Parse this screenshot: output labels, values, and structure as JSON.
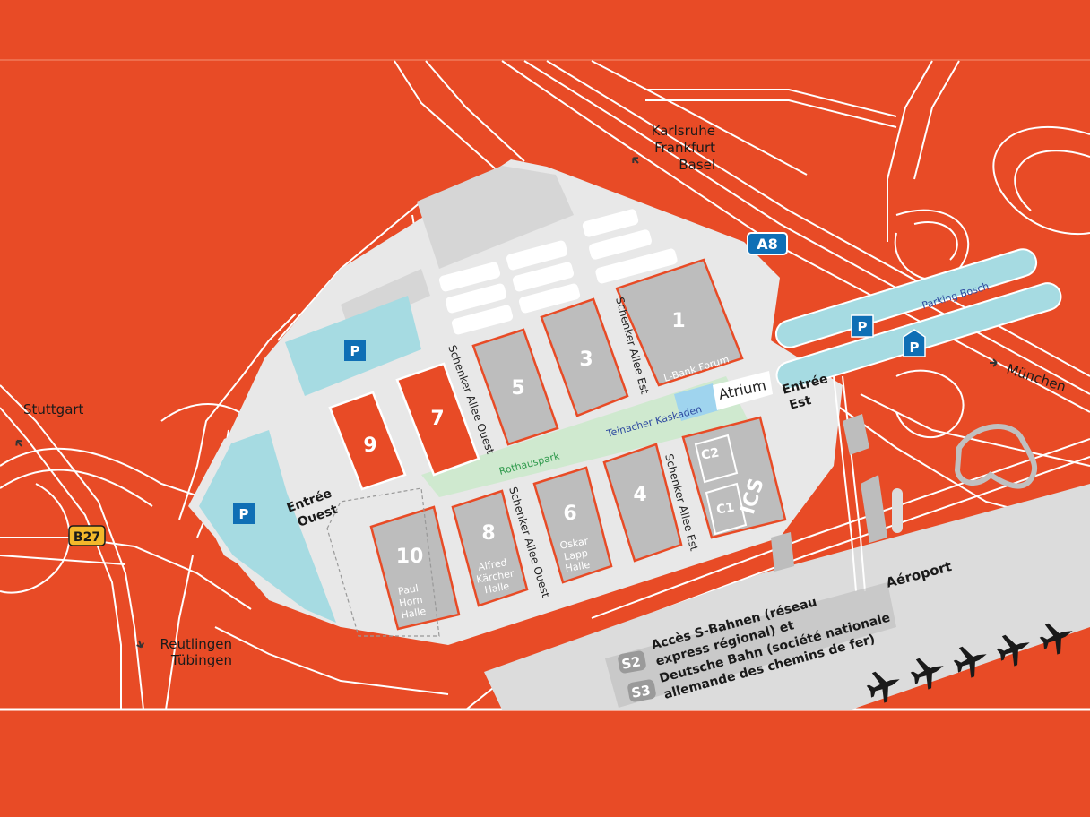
{
  "colors": {
    "background": "#e84b26",
    "ground": "#e8e8e8",
    "hall": "#bdbdbd",
    "parking": "#a6dbe2",
    "park": "#cfe9cf",
    "sign_blue": "#0f6fb5",
    "sign_yellow": "#f3b82b",
    "runway": "#dcdcdc",
    "plane": "#1a1a1a"
  },
  "halls": [
    {
      "id": "1",
      "name": "L-Bank Forum"
    },
    {
      "id": "3"
    },
    {
      "id": "5"
    },
    {
      "id": "7"
    },
    {
      "id": "9"
    },
    {
      "id": "4"
    },
    {
      "id": "6",
      "name_lines": [
        "Oskar",
        "Lapp",
        "Halle"
      ]
    },
    {
      "id": "8",
      "name_lines": [
        "Alfred",
        "Kärcher",
        "Halle"
      ]
    },
    {
      "id": "10",
      "name_lines": [
        "Paul",
        "Horn",
        "Halle"
      ]
    },
    {
      "id": "C1"
    },
    {
      "id": "C2"
    },
    {
      "id": "ICS"
    }
  ],
  "streets": {
    "est_north": "Schenker Allee Est",
    "ouest_north": "Schenker Allee Ouest",
    "est_south": "Schenker Allee Est",
    "ouest_south": "Schenker Allee Ouest"
  },
  "areas": {
    "atrium": "Atrium",
    "kaskaden": "Teinacher Kaskaden",
    "park": "Rothauspark",
    "parking_bosch": "Parking Bosch",
    "airport": "Aéroport"
  },
  "entrances": {
    "east_line1": "Entrée",
    "east_line2": "Est",
    "west_line1": "Entrée",
    "west_line2": "Ouest"
  },
  "directions": {
    "north_line1": "Karlsruhe",
    "north_line2": "Frankfurt",
    "north_line3": "Basel",
    "east": "München",
    "west": "Stuttgart",
    "south_line1": "Reutlingen",
    "south_line2": "Tübingen"
  },
  "highways": {
    "a8": "A8",
    "b27": "B27"
  },
  "parking_icon": "P",
  "rail": {
    "s2": "S2",
    "s3": "S3",
    "line1": "Accès S-Bahnen (réseau",
    "line2": "express régional) et",
    "line3": "Deutsche Bahn (société nationale",
    "line4": "allemande des chemins de fer)"
  },
  "icons": [
    "airplane-icon",
    "parking-icon",
    "arrow-icon"
  ]
}
